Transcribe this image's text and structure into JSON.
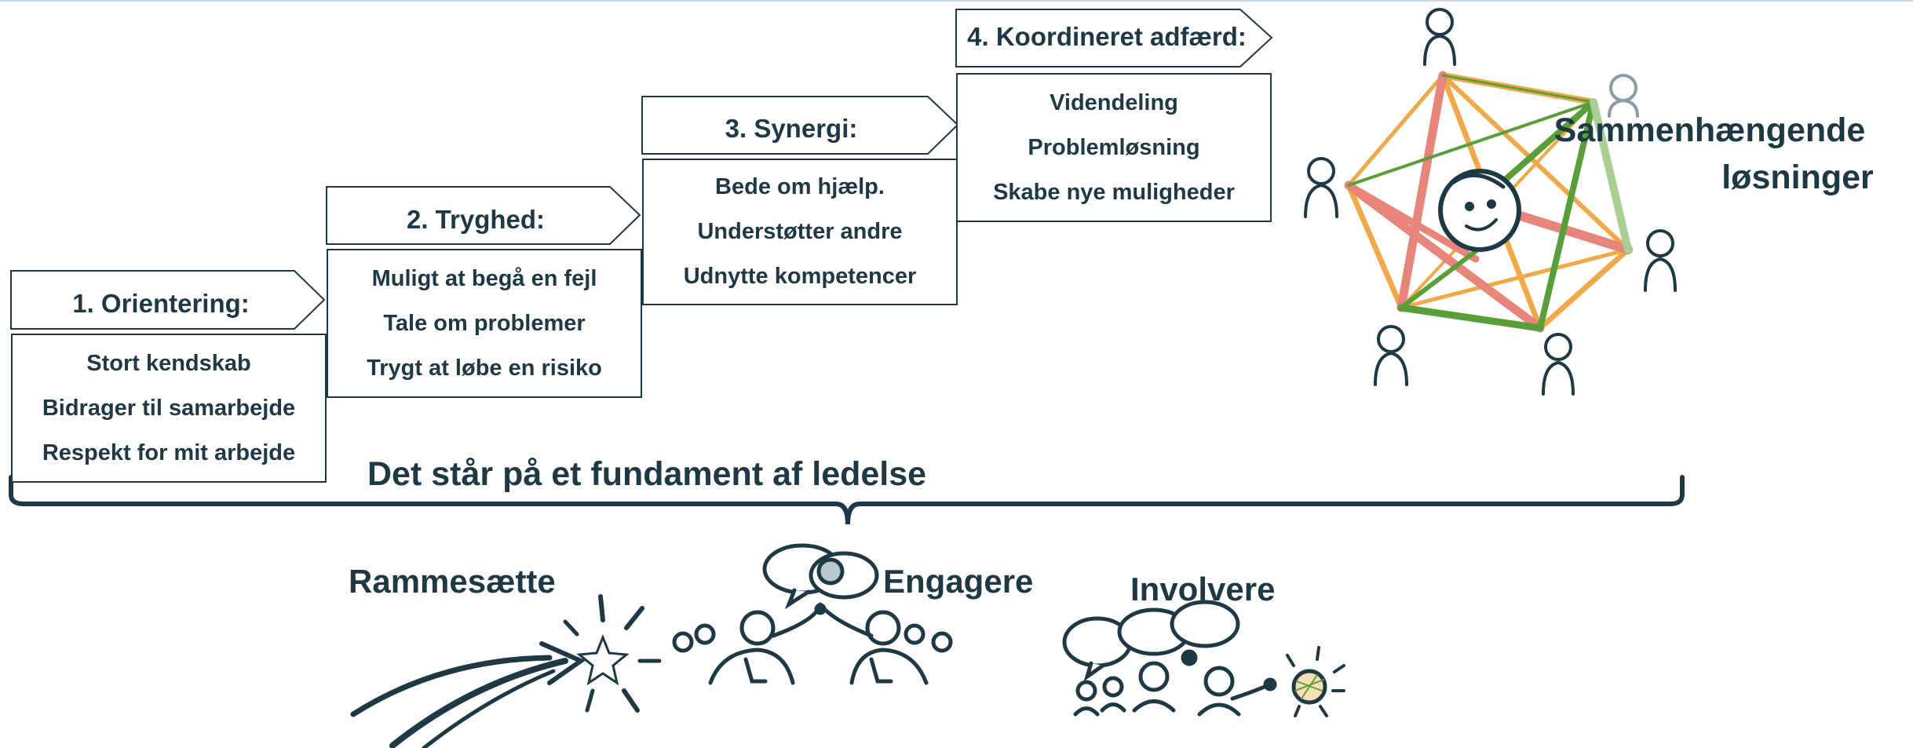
{
  "steps": [
    {
      "title": "1. Orientering:",
      "items": [
        "Stort kendskab",
        "Bidrager til samarbejde",
        "Respekt for mit arbejde"
      ]
    },
    {
      "title": "2. Tryghed:",
      "items": [
        "Muligt at begå en fejl",
        "Tale om problemer",
        "Trygt at løbe en risiko"
      ]
    },
    {
      "title": "3. Synergi:",
      "items": [
        "Bede om hjælp.",
        "Understøtter andre",
        "Udnytte kompetencer"
      ]
    },
    {
      "title": "4. Koordineret adfærd:",
      "items": [
        "Videndeling",
        "Problemløsning",
        "Skabe nye muligheder"
      ]
    }
  ],
  "network": {
    "label_line1": "Sammenhængende",
    "label_line2": "løsninger"
  },
  "foundation": {
    "text": "Det står på et fundament af ledelse"
  },
  "leadership": {
    "frame": "Rammesætte",
    "engage": "Engagere",
    "involve": "Involvere"
  },
  "colors": {
    "ink": "#1e3844",
    "orange": "#f0a848",
    "red": "#e8857a",
    "green": "#5a9e3a",
    "light_green": "#a9cf94"
  }
}
